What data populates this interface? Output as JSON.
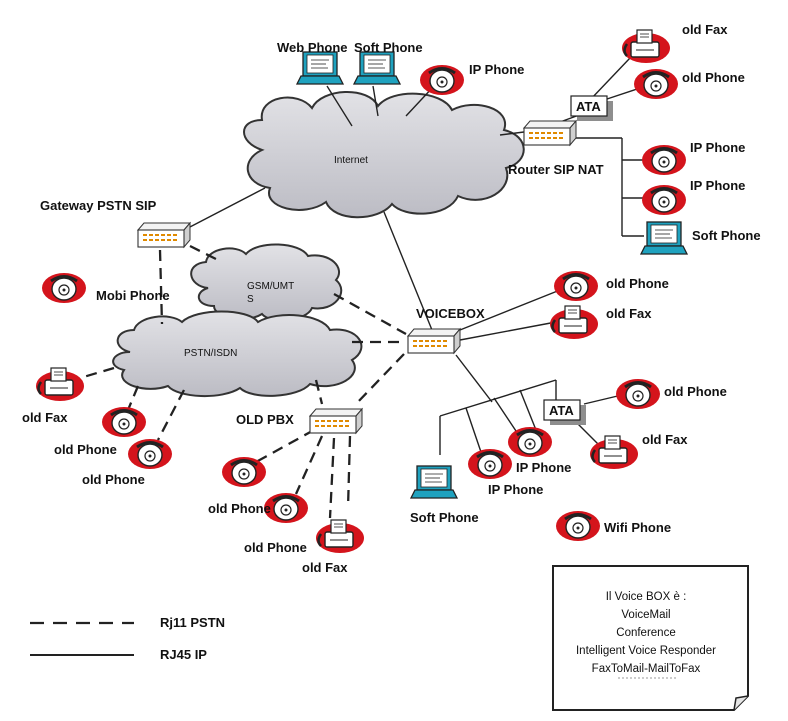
{
  "clouds": {
    "internet": "Internet",
    "gsm": [
      "GSM/UMT",
      "S"
    ],
    "pstn": "PSTN/ISDN"
  },
  "devices": {
    "web_phone": "Web Phone",
    "soft_phone_top": "Soft Phone",
    "ip_phone_top": "IP Phone",
    "old_fax_top": "old Fax",
    "old_phone_top": "old Phone",
    "ata_top": "ATA",
    "router": "Router SIP NAT",
    "ip_phone_r1": "IP Phone",
    "ip_phone_r2": "IP Phone",
    "soft_phone_right": "Soft Phone",
    "gateway": "Gateway PSTN SIP",
    "mobi_phone": "Mobi Phone",
    "voicebox": "VOICEBOX",
    "old_phone_vb": "old Phone",
    "old_fax_vb": "old Fax",
    "old_fax_left": "old Fax",
    "old_phone_left1": "old Phone",
    "old_phone_left2": "old Phone",
    "old_pbx": "OLD PBX",
    "old_phone_pbx1": "old Phone",
    "old_phone_pbx2": "old Phone",
    "old_fax_pbx": "old Fax",
    "ata_bottom": "ATA",
    "old_phone_ata": "old Phone",
    "old_fax_ata": "old Fax",
    "ip_phone_b1": "IP Phone",
    "ip_phone_b2": "IP Phone",
    "soft_phone_bottom": "Soft Phone",
    "wifi_phone": "Wifi Phone"
  },
  "legend": {
    "dashed": "Rj11 PSTN",
    "solid": "RJ45 IP"
  },
  "note": {
    "title": "Il Voice BOX è :",
    "lines": [
      "VoiceMail",
      "Conference",
      "Intelligent Voice Responder",
      "FaxToMail-MailToFax"
    ]
  }
}
